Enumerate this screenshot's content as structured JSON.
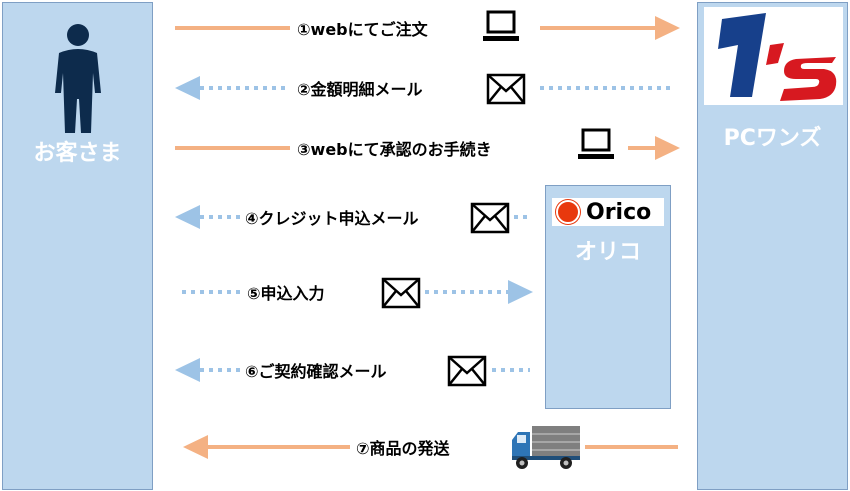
{
  "customer": {
    "label": "お客さま"
  },
  "store": {
    "label": "PCワンズ",
    "logo_text": "1's"
  },
  "orico": {
    "label": "オリコ",
    "logo_text": "Orico"
  },
  "steps": [
    {
      "label": "①webにてご注文",
      "icon": "laptop-icon"
    },
    {
      "label": "②金額明細メール",
      "icon": "mail-icon"
    },
    {
      "label": "③webにて承認のお手続き",
      "icon": "laptop-icon"
    },
    {
      "label": "④クレジット申込メール",
      "icon": "mail-icon"
    },
    {
      "label": "⑤申込入力",
      "icon": "mail-icon"
    },
    {
      "label": "⑥ご契約確認メール",
      "icon": "mail-icon"
    },
    {
      "label": "⑦商品の発送",
      "icon": "truck-icon"
    }
  ],
  "colors": {
    "panel": "#bdd7ee",
    "solid_arrow": "#f4b183",
    "dotted_arrow": "#9dc3e6",
    "logo_blue": "#17408b",
    "logo_red": "#d71920",
    "orico_red": "#e8380d"
  }
}
